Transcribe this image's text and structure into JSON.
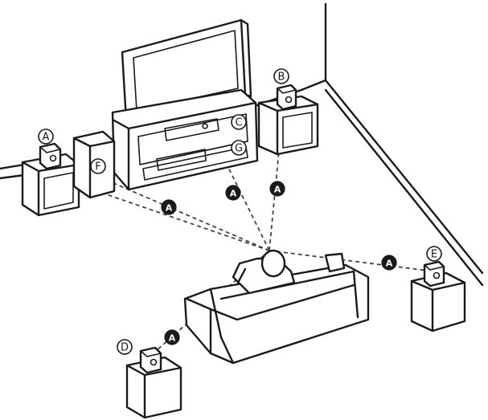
{
  "labels": {
    "front_left": "A",
    "front_right": "B",
    "center": "C",
    "rear_left": "D",
    "rear_right": "E",
    "subwoofer": "F",
    "unit": "G",
    "distance": "A"
  },
  "colors": {
    "line": "#1a1a1a",
    "background": "#ffffff",
    "distance_badge": "#1a1a1a"
  }
}
